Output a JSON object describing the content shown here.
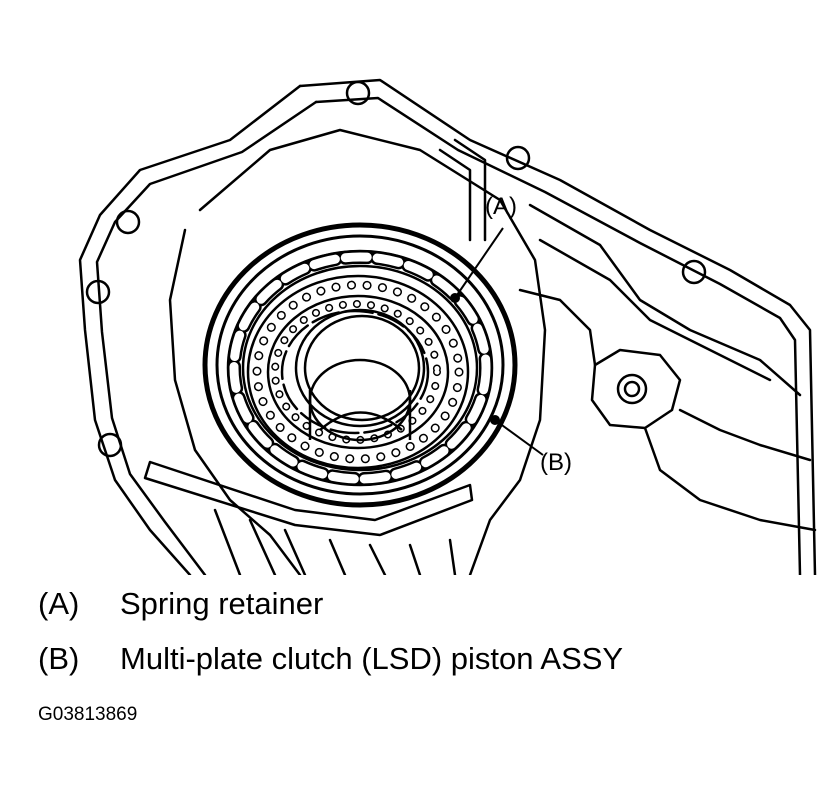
{
  "callouts": {
    "a": "(A)",
    "b": "(B)"
  },
  "legend": [
    {
      "key": "(A)",
      "label": "Spring retainer"
    },
    {
      "key": "(B)",
      "label": "Multi-plate clutch (LSD) piston ASSY"
    }
  ],
  "figure_code": "G03813869",
  "colors": {
    "line": "#000000",
    "background": "#ffffff"
  }
}
